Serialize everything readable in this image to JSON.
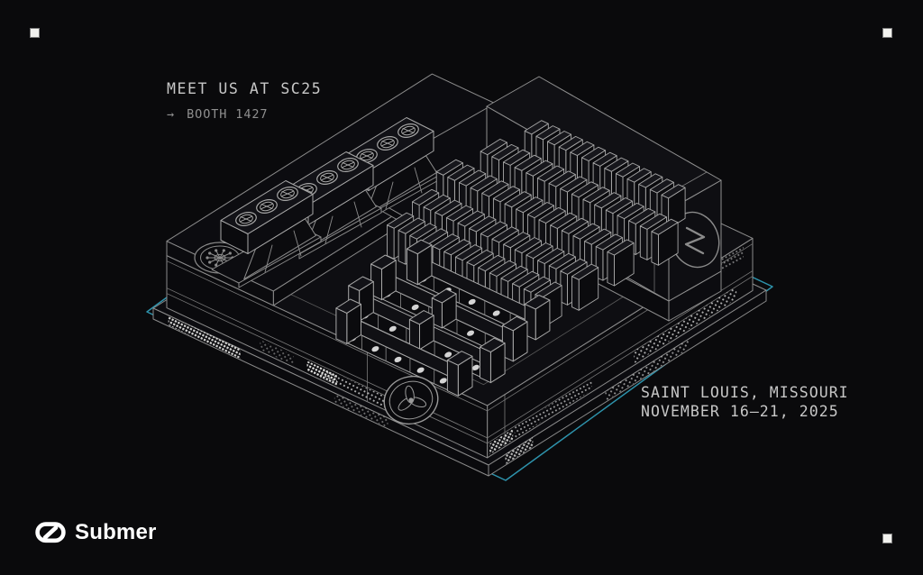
{
  "page": {
    "background": "#0a0a0c"
  },
  "colors": {
    "accent": "#2e93ac",
    "line": "#8b8b8b",
    "line_bright": "#a8a8a8",
    "text_primary": "#c7c7c7",
    "text_secondary": "#8f8f8f",
    "white": "#ffffff",
    "corner_square": "#f2f2ef"
  },
  "promo": {
    "title": "MEET US AT SC25",
    "arrow": "→",
    "booth": "BOOTH 1427"
  },
  "event": {
    "location": "SAINT LOUIS, MISSOURI",
    "dates": "NOVEMBER 16–21, 2025"
  },
  "brand": {
    "name": "Submer"
  },
  "illustration": {
    "description": "Isometric line drawing of an immersion cooling tank with server fins, pump units, rear enclosure and cyan base outline",
    "icons": [
      "snowflake-vent-icon",
      "fan-icon",
      "impeller-badge-icon",
      "coupling-gauge-icon",
      "arrow-right-icon",
      "submer-logomark-icon"
    ]
  }
}
